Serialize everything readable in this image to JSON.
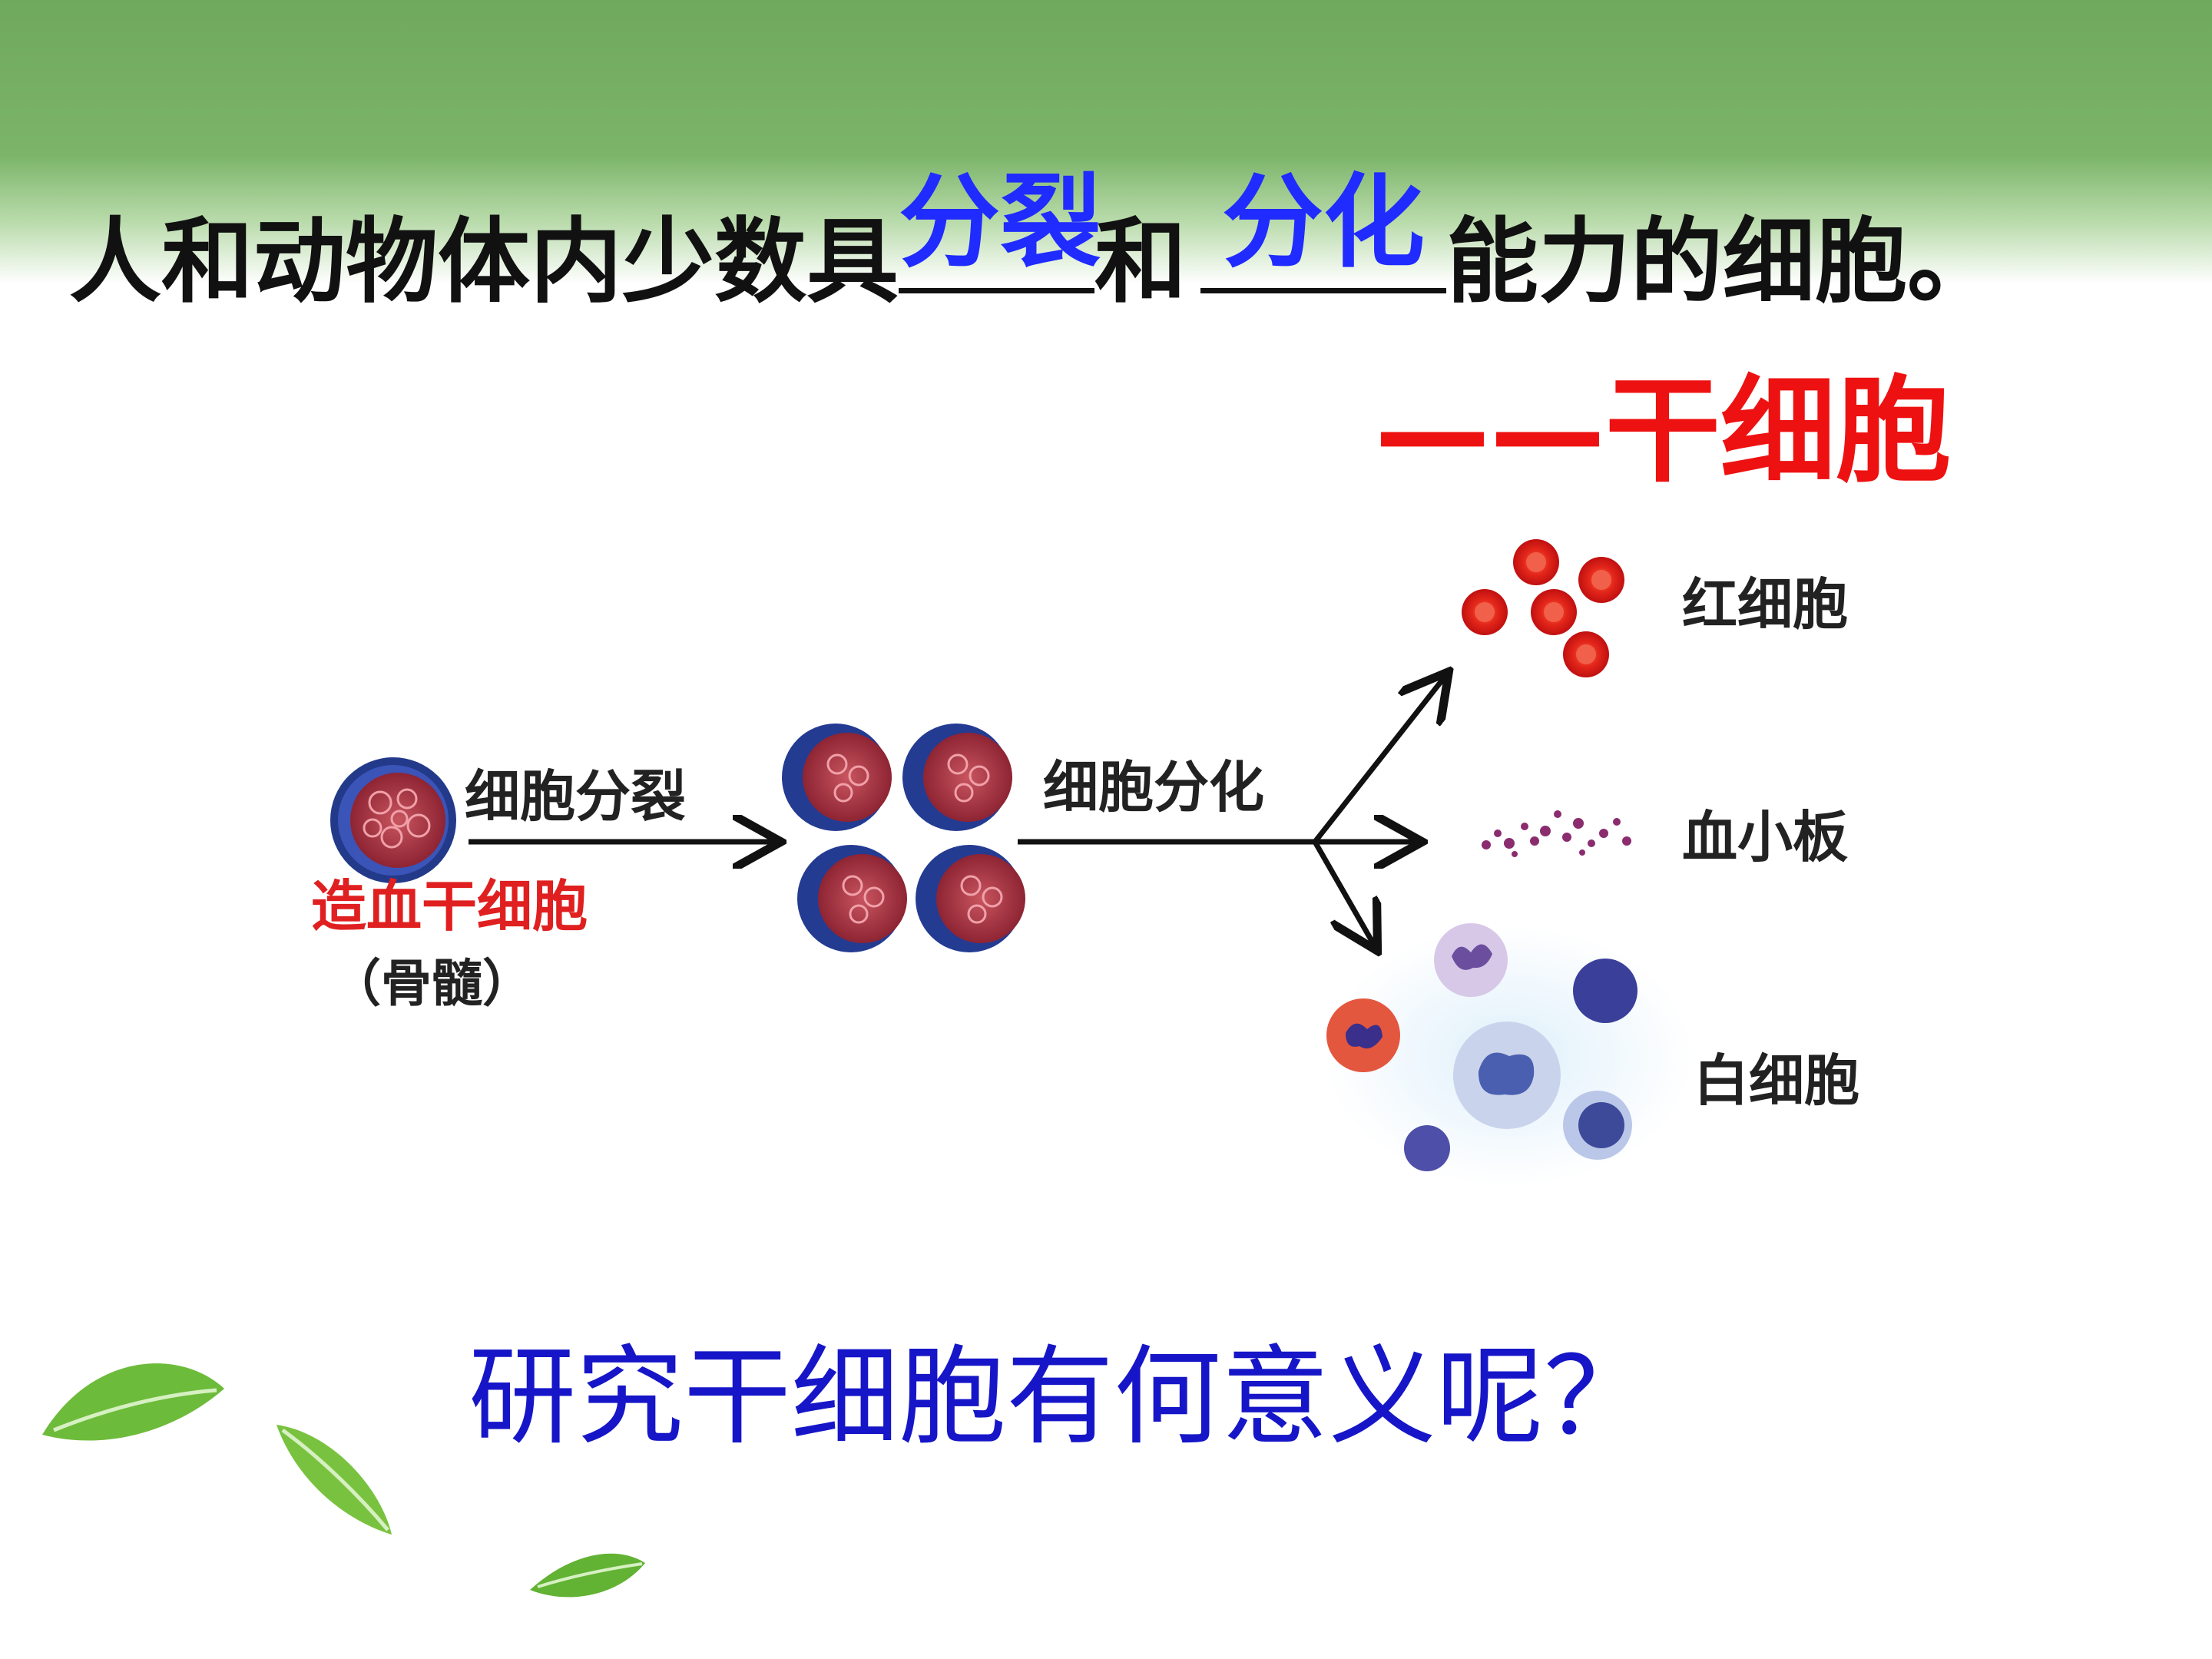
{
  "headline": {
    "before": "人和动物体内少数具",
    "blank1": "分裂",
    "middle": "和",
    "blank2": "分化",
    "after": "能力的细胞。"
  },
  "subtitle": "——干细胞",
  "diagram": {
    "stem_cell_label": "造血干细胞",
    "source_label": "（骨髓）",
    "division_label": "细胞分裂",
    "differentiation_label": "细胞分化",
    "outputs": [
      "红细胞",
      "血小板",
      "白细胞"
    ]
  },
  "question": "研究干细胞有何意义呢？",
  "colors": {
    "answer_blue": "#1f2bff",
    "subtitle_red": "#ee1111",
    "question_blue": "#1616c8",
    "band_green": "#6fa95d"
  }
}
